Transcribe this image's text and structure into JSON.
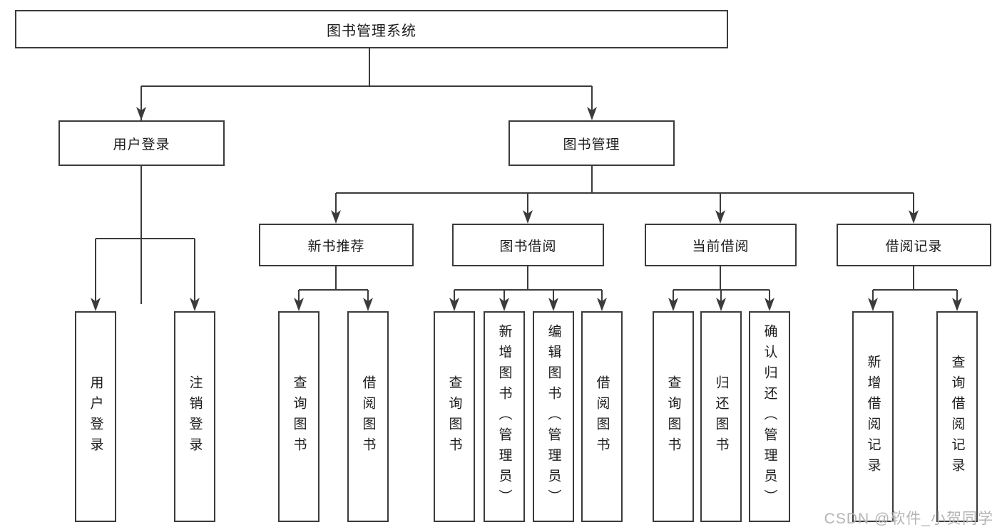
{
  "tree": {
    "label": "图书管理系统",
    "children": [
      {
        "label": "用户登录",
        "children": [
          {
            "label": "用户登录"
          },
          {
            "label": "注销登录"
          }
        ]
      },
      {
        "label": "图书管理",
        "children": [
          {
            "label": "新书推荐",
            "children": [
              {
                "label": "查询图书"
              },
              {
                "label": "借阅图书"
              }
            ]
          },
          {
            "label": "图书借阅",
            "children": [
              {
                "label": "查询图书"
              },
              {
                "label": "新增图书（管理员）"
              },
              {
                "label": "编辑图书（管理员）"
              },
              {
                "label": "借阅图书"
              }
            ]
          },
          {
            "label": "当前借阅",
            "children": [
              {
                "label": "查询图书"
              },
              {
                "label": "归还图书"
              },
              {
                "label": "确认归还（管理员）"
              }
            ]
          },
          {
            "label": "借阅记录",
            "children": [
              {
                "label": "新增借阅记录"
              },
              {
                "label": "查询借阅记录"
              }
            ]
          }
        ]
      }
    ]
  },
  "watermark": {
    "text": "CSDN @软件_小贺同学"
  },
  "colors": {
    "line": "#3b3b3b",
    "text": "#1c1c1c",
    "watermark": "#b4b4b4",
    "background": "#ffffff"
  }
}
